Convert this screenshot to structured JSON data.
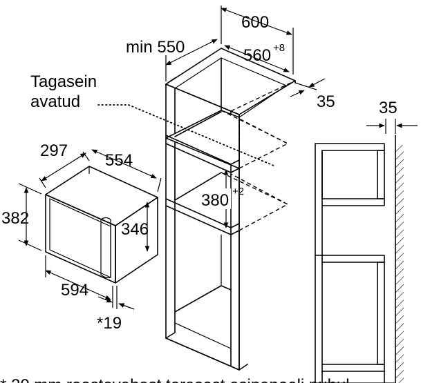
{
  "labels": {
    "width_600": "600",
    "min_550": "min 550",
    "depth_560": "560",
    "depth_560_tol": "+8",
    "gap_35_top": "35",
    "back_open_line1": "Tagasein",
    "back_open_line2": "avatud",
    "oven_297": "297",
    "oven_554": "554",
    "oven_382": "382",
    "oven_346": "346",
    "oven_594": "594",
    "oven_19": "*19",
    "niche_380": "380",
    "niche_380_tol": "+2",
    "side_35": "35",
    "footnote": "* 20 mm roostevabast terasest esipaneeli puhul"
  },
  "colors": {
    "line": "#000000",
    "background": "#ffffff"
  }
}
